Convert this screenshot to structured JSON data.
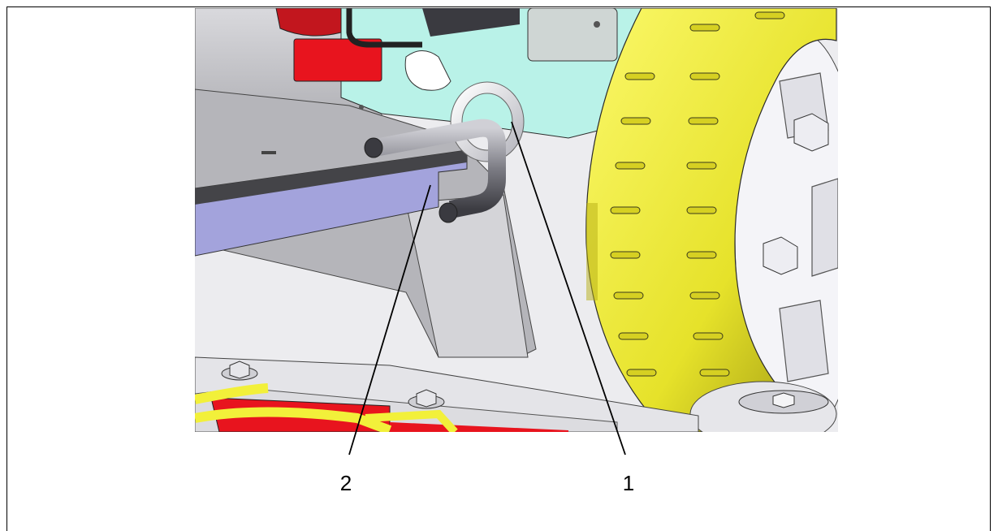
{
  "callouts": [
    {
      "id": "1",
      "label": "1"
    },
    {
      "id": "2",
      "label": "2"
    }
  ],
  "colors": {
    "tire": "#f2f03a",
    "tire_shadow": "#c9c41a",
    "bracket": "#b8f0e6",
    "plate": "#a3a3dc",
    "lamp": "#e8141e",
    "frame_gray": "#c8c8cc",
    "pin": "#6a6a70"
  },
  "icons": [
    "hitch-pin-drawing",
    "tow-ring-drawing",
    "wheel-drawing",
    "tail-lamp-drawing"
  ]
}
